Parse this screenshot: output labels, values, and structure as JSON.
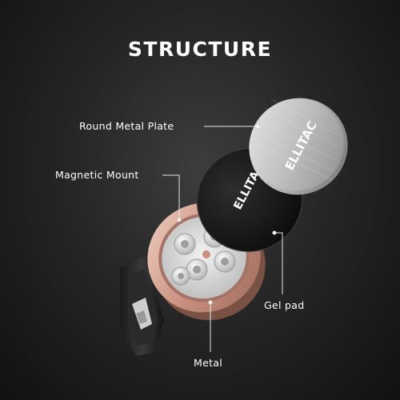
{
  "title": "STRUCTURE",
  "labels": {
    "round_metal_plate": "Round Metal Plate",
    "magnetic_mount": "Magnetic Mount",
    "gel_pad": "Gel pad",
    "metal": "Metal"
  },
  "brand": {
    "plate_logo": "ELLITAC",
    "pad_logo": "ELLITAC"
  },
  "colors": {
    "background": "#222222",
    "plate": "#c8c8c8",
    "pad": "#1a1a1a",
    "mount_ring": "#d4a99a",
    "text": "#ffffff"
  }
}
